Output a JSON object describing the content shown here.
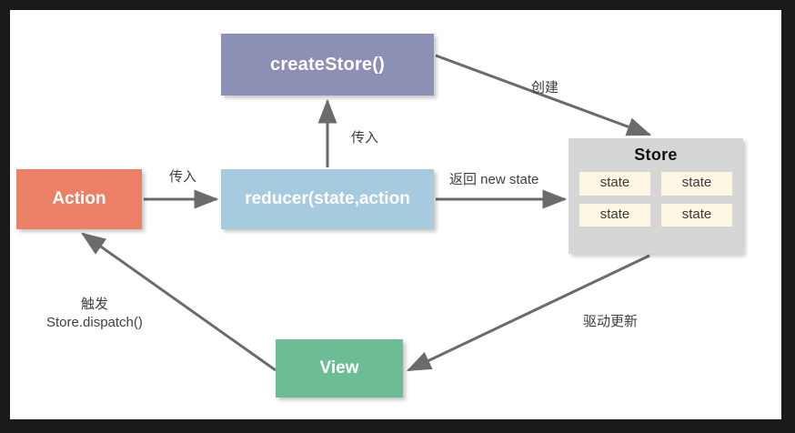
{
  "diagram": {
    "title": "Redux data flow diagram",
    "background": "#ffffff",
    "frame_color": "#1a1a1a",
    "nodes": {
      "create_store": {
        "label": "createStore()",
        "color": "#8b90b4",
        "text_color": "#ffffff"
      },
      "action": {
        "label": "Action",
        "color": "#ec8066",
        "text_color": "#ffffff"
      },
      "reducer": {
        "label": "reducer(state,action",
        "color": "#a6cade",
        "text_color": "#ffffff"
      },
      "view": {
        "label": "View",
        "color": "#6cbc95",
        "text_color": "#ffffff"
      },
      "store": {
        "label": "Store",
        "color": "#d6d6d6",
        "text_color": "#111111",
        "cells": [
          {
            "label": "state"
          },
          {
            "label": "state"
          },
          {
            "label": "state"
          },
          {
            "label": "state"
          }
        ],
        "cell_color": "#fcf6e3"
      }
    },
    "edges": [
      {
        "id": "action-to-reducer",
        "label": "传入",
        "from": "action",
        "to": "reducer"
      },
      {
        "id": "reducer-to-createstore",
        "label": "传入",
        "from": "reducer",
        "to": "create_store"
      },
      {
        "id": "createstore-to-store",
        "label": "创建",
        "from": "create_store",
        "to": "store"
      },
      {
        "id": "reducer-to-store",
        "label": "返回 new state",
        "from": "reducer",
        "to": "store"
      },
      {
        "id": "store-to-view",
        "label": "驱动更新",
        "from": "store",
        "to": "view"
      },
      {
        "id": "view-to-action",
        "label_line1": "触发",
        "label_line2": "Store.dispatch()",
        "from": "view",
        "to": "action"
      }
    ],
    "arrow_color": "#6b6b6b"
  }
}
